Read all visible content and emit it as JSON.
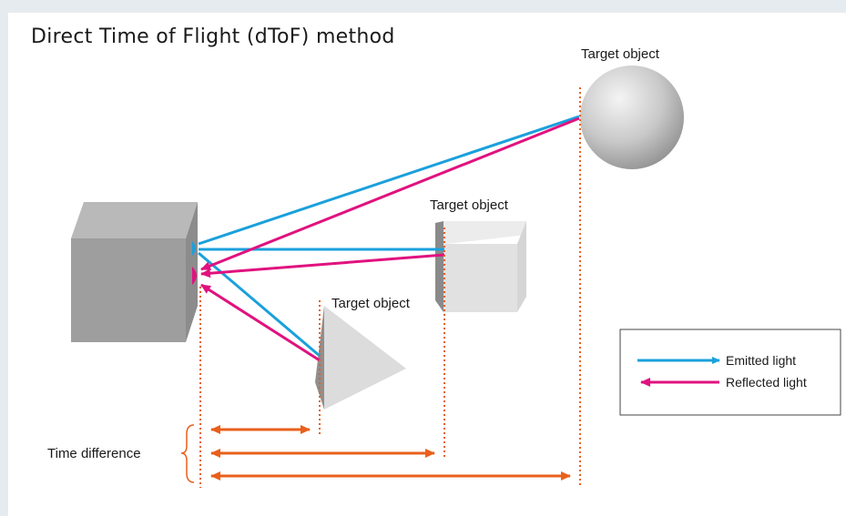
{
  "title": "Direct Time of Flight (dToF) method",
  "targets": [
    {
      "label": "Target object",
      "shape": "sphere"
    },
    {
      "label": "Target object",
      "shape": "cube"
    },
    {
      "label": "Target object",
      "shape": "pyramid"
    }
  ],
  "time_difference_label": "Time difference",
  "legend": {
    "emitted_label": "Emitted light",
    "reflected_label": "Reflected light"
  },
  "colors": {
    "emitted": "#1aa0dc",
    "reflected": "#e0127f",
    "timing": "#e8601c",
    "background": "#e6ebef"
  }
}
